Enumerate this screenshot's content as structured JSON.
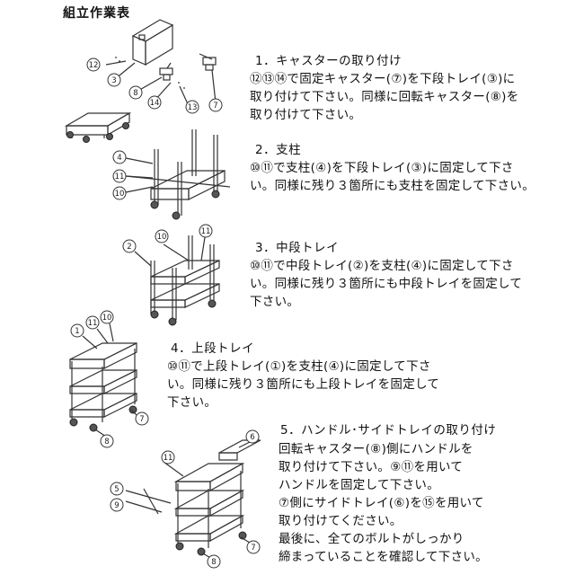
{
  "title": "組立作業表",
  "steps": [
    {
      "heading": "1．キャスターの取り付け",
      "body": "⑫⑬⑭で固定キャスター(⑦)を下段トレイ(③)に\n取り付けて下さい。同様に回転キャスター(⑧)を\n取り付けて下さい。"
    },
    {
      "heading": "2．支柱",
      "body": "⑩⑪で支柱(④)を下段トレイ(③)に固定して下さ\nい。同様に残り３箇所にも支柱を固定して下さい。"
    },
    {
      "heading": "3．中段トレイ",
      "body": "⑩⑪で中段トレイ(②)を支柱(④)に固定して下さ\nい。同様に残り３箇所にも中段トレイを固定して\n下さい。"
    },
    {
      "heading": "4．上段トレイ",
      "body": "⑩⑪で上段トレイ(①)を支柱(④)に固定して下さ\nい。同様に残り３箇所にも上段トレイを固定して\n下さい。"
    },
    {
      "heading": "5．ハンドル･サイドトレイの取り付け",
      "body": "回転キャスター(⑧)側にハンドルを\n取り付けて下さい。⑨⑪を用いて\nハンドルを固定して下さい。\n⑦側にサイドトレイ(⑥)を⑮を用いて\n取り付けてください。\n最後に、全てのボルトがしっかり\n締まっていることを確認して下さい。"
    }
  ],
  "callouts": {
    "step1": [
      "12",
      "3",
      "8",
      "14",
      "13",
      "7"
    ],
    "step2": [
      "4",
      "11",
      "10"
    ],
    "step3": [
      "2",
      "10",
      "11"
    ],
    "step4": [
      "1",
      "11",
      "10",
      "7",
      "8"
    ],
    "step5": [
      "6",
      "11",
      "5",
      "9",
      "7",
      "8"
    ]
  }
}
